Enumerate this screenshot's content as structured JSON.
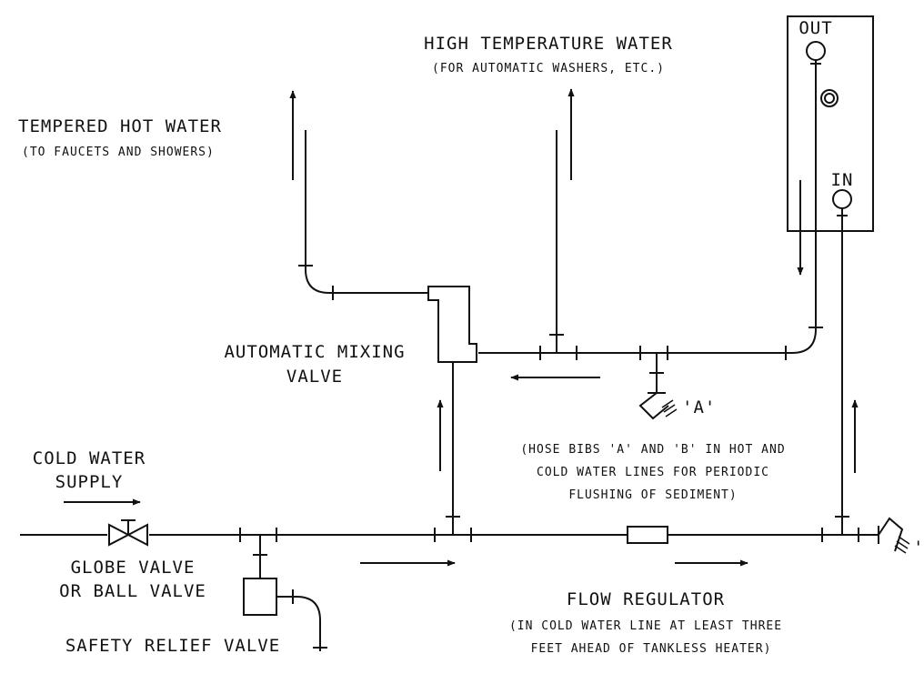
{
  "labels": {
    "high_temp_title": "HIGH TEMPERATURE WATER",
    "high_temp_sub": "(FOR AUTOMATIC WASHERS, ETC.)",
    "tempered_title": "TEMPERED HOT WATER",
    "tempered_sub": "(TO FAUCETS AND SHOWERS)",
    "heater_out": "OUT",
    "heater_in": "IN",
    "mixing_valve_l1": "AUTOMATIC MIXING",
    "mixing_valve_l2": "VALVE",
    "hose_bib_a": "'A'",
    "hose_bib_b": "'B'",
    "hose_note_l1": "(HOSE BIBS 'A' AND 'B' IN HOT AND",
    "hose_note_l2": "COLD WATER LINES FOR PERIODIC",
    "hose_note_l3": "FLUSHING OF SEDIMENT)",
    "cold_supply_l1": "COLD WATER",
    "cold_supply_l2": "SUPPLY",
    "globe_valve_l1": "GLOBE VALVE",
    "globe_valve_l2": "OR BALL VALVE",
    "safety_relief": "SAFETY RELIEF VALVE",
    "flow_reg_title": "FLOW REGULATOR",
    "flow_reg_l1": "(IN COLD WATER LINE AT LEAST THREE",
    "flow_reg_l2": "FEET AHEAD OF TANKLESS HEATER)"
  }
}
